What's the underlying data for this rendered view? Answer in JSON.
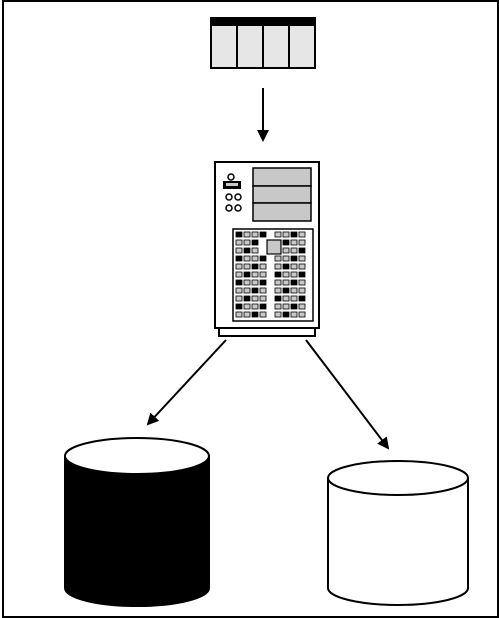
{
  "diagram": {
    "components": [
      {
        "id": "memory-module",
        "kind": "memory-module",
        "slots": 4
      },
      {
        "id": "server",
        "kind": "server-tower"
      },
      {
        "id": "disk-left",
        "kind": "database-cylinder",
        "fill": "#000000"
      },
      {
        "id": "disk-right",
        "kind": "database-cylinder",
        "fill": "#ffffff"
      }
    ],
    "connections": [
      {
        "from": "memory-module",
        "to": "server"
      },
      {
        "from": "server",
        "to": "disk-left"
      },
      {
        "from": "server",
        "to": "disk-right"
      }
    ],
    "colors": {
      "stroke": "#000000",
      "background": "#ffffff",
      "panel": "#c8c8c8",
      "light_gray": "#e6e6e6"
    }
  }
}
